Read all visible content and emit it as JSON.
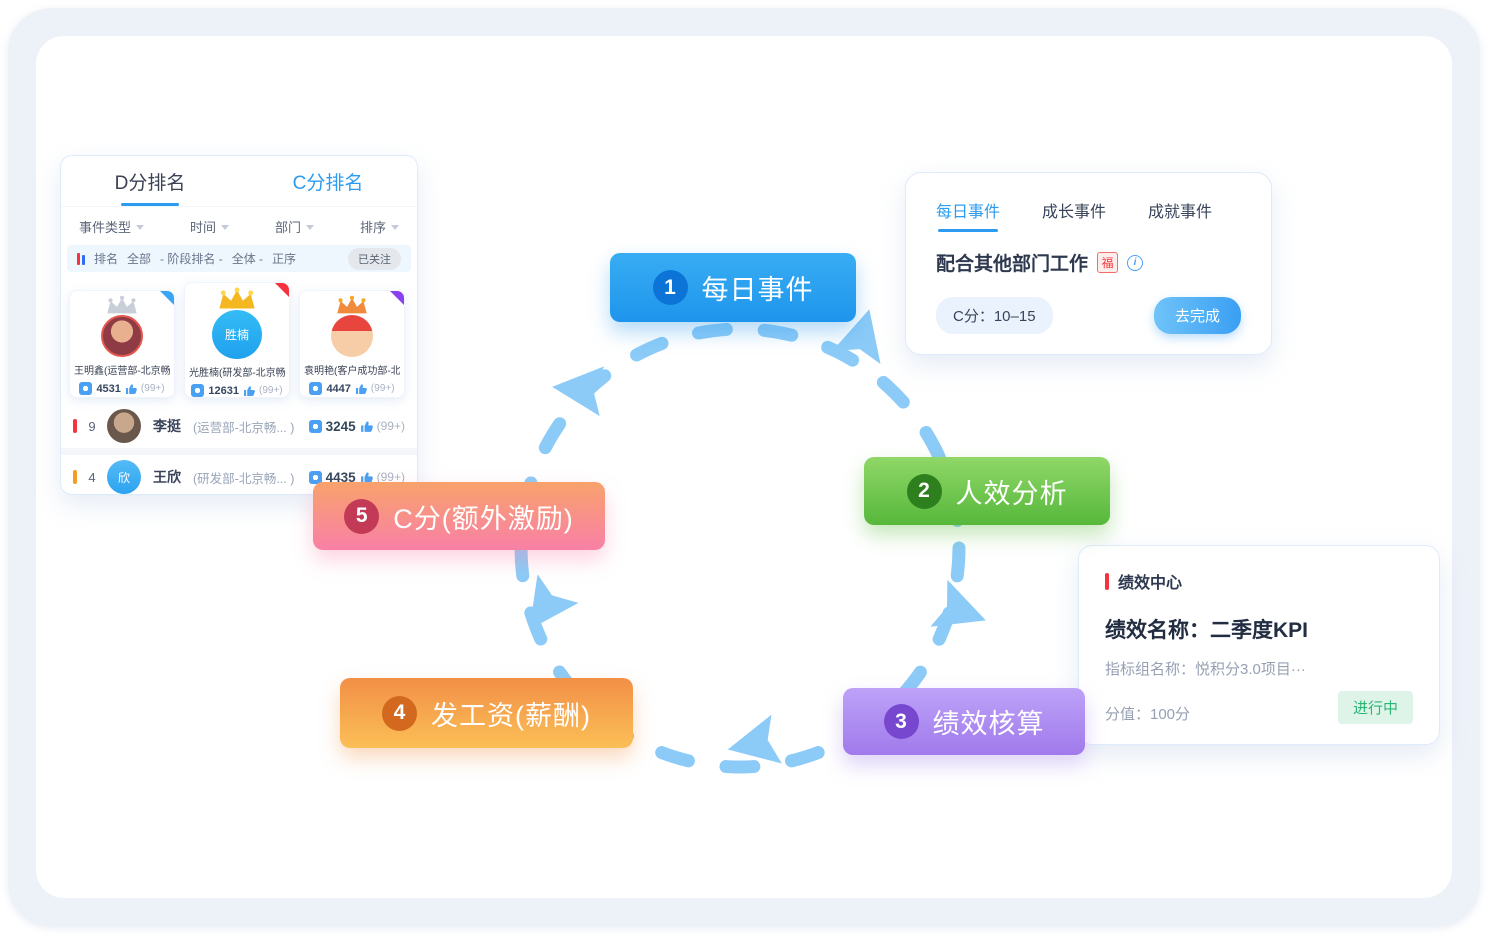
{
  "colors": {
    "accent_blue": "#2D9CF0",
    "ring_blue": "#8CCBF7",
    "status_green": "#2BB673",
    "alert_red": "#F5333F",
    "step1_gradient": [
      "#38ADF3",
      "#1E95EC"
    ],
    "step2_gradient": [
      "#90D768",
      "#56B83B"
    ],
    "step3_gradient": [
      "#BDA2F8",
      "#A07AEB"
    ],
    "step4_gradient": [
      "#F28F47",
      "#FBBF56"
    ],
    "step5_gradient": [
      "#F8A26C",
      "#F880A6"
    ]
  },
  "ranking_card": {
    "tabs": [
      {
        "label": "D分排名",
        "active": true
      },
      {
        "label": "C分排名",
        "active": false
      }
    ],
    "filters": [
      {
        "label": "事件类型"
      },
      {
        "label": "时间"
      },
      {
        "label": "部门"
      },
      {
        "label": "排序"
      }
    ],
    "subfilter": {
      "rank_label": "排名",
      "seg1": "全部",
      "seg2": "- 阶段排名 -",
      "seg3": "全体 -",
      "seg4": "正序",
      "chip": "已关注"
    },
    "top3": [
      {
        "name": "王明鑫(运营部-北京畅...",
        "score": "4531",
        "likes": "(99+)",
        "crown": "silver",
        "ribbon": "blue"
      },
      {
        "name": "光胜楠(研发部-北京畅...",
        "score": "12631",
        "likes": "(99+)",
        "crown": "gold",
        "ribbon": "red",
        "avatar_text": "胜楠"
      },
      {
        "name": "袁明艳(客户成功部-北...",
        "score": "4447",
        "likes": "(99+)",
        "crown": "bronze",
        "ribbon": "purple"
      }
    ],
    "rows": [
      {
        "rank": "9",
        "name": "李挺",
        "dept": "(运营部-北京畅...  )",
        "score": "3245",
        "likes": "(99+)"
      },
      {
        "rank": "4",
        "name": "王欣",
        "dept": "(研发部-北京畅...  )",
        "score": "4435",
        "likes": "(99+)",
        "avatar_text": "欣"
      }
    ]
  },
  "event_card": {
    "tabs": [
      {
        "label": "每日事件",
        "active": true
      },
      {
        "label": "成长事件",
        "active": false
      },
      {
        "label": "成就事件",
        "active": false
      }
    ],
    "title": "配合其他部门工作",
    "badge": "福",
    "info_glyph": "i",
    "score_pill": "C分：10–15",
    "button": "去完成"
  },
  "perf_card": {
    "header": "绩效中心",
    "title": "绩效名称：二季度KPI",
    "group": "指标组名称：悦积分3.0项目···",
    "score": "分值：100分",
    "status": "进行中"
  },
  "steps": [
    {
      "num": "1",
      "label": "每日事件"
    },
    {
      "num": "2",
      "label": "人效分析"
    },
    {
      "num": "3",
      "label": "绩效核算"
    },
    {
      "num": "4",
      "label": "发工资(薪酬)"
    },
    {
      "num": "5",
      "label": "C分(额外激励)"
    }
  ]
}
